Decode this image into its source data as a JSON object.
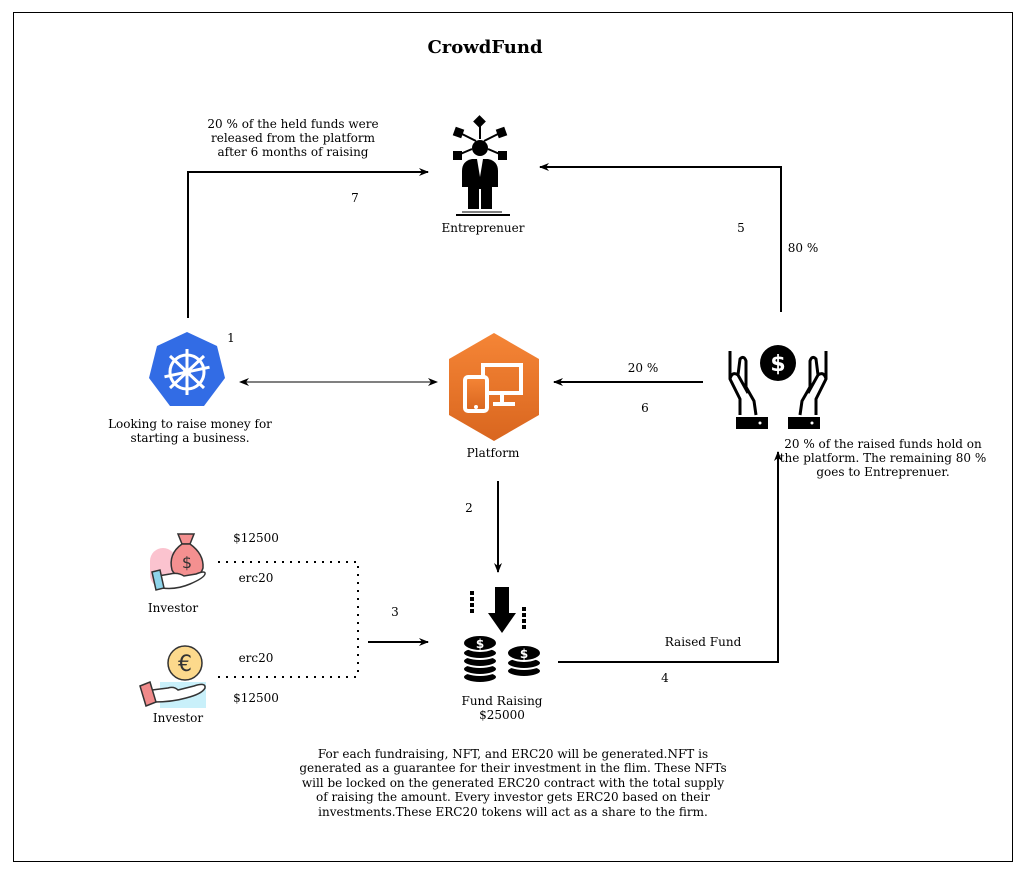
{
  "title": "CrowdFund",
  "nodes": {
    "entrepreneur": {
      "label": "Entreprenuer"
    },
    "business": {
      "label_line1": "Looking to raise money for",
      "label_line2": "starting a business."
    },
    "platform": {
      "label": "Platform"
    },
    "hold": {
      "line1": "20 % of the raised funds hold on",
      "line2": "the platform. The remaining 80 %",
      "line3": "goes to Entreprenuer."
    },
    "fund_raising": {
      "label": "Fund Raising",
      "amount": "$25000"
    },
    "investor1": {
      "label": "Investor"
    },
    "investor2": {
      "label": "Investor"
    }
  },
  "edges": {
    "e1": "1",
    "e2": "2",
    "e3": "3",
    "e4": "4",
    "e5": "5",
    "e6": "6",
    "e7": "7",
    "pct80": "80 %",
    "pct20": "20 %",
    "raised_fund": "Raised Fund",
    "release_line1": "20 % of the held funds were",
    "release_line2": "released from the platform",
    "release_line3": "after 6 months of raising",
    "inv1_amount": "$12500",
    "inv1_token": "erc20",
    "inv2_token": "erc20",
    "inv2_amount": "$12500"
  },
  "note": {
    "line1": "For each fundraising, NFT, and ERC20 will be generated.NFT is",
    "line2": "generated as a guarantee for their investment in the flim. These NFTs",
    "line3": "will be locked on the generated ERC20 contract with the total supply",
    "line4": "of raising the amount. Every investor gets ERC20 based on their",
    "line5": "investments.These ERC20 tokens will act as a share to the firm."
  },
  "colors": {
    "kubernetes_blue": "#326ce5",
    "platform_orange": "#ef7d2e",
    "line": "#000000"
  },
  "icons": {
    "entrepreneur": "businessman-network-icon",
    "business": "kubernetes-helm-icon",
    "platform": "devices-icon",
    "hold": "hands-dollar-icon",
    "fund_raising": "coins-down-arrow-icon",
    "investor1": "hand-money-bag-icon",
    "investor2": "hand-euro-coin-icon"
  }
}
